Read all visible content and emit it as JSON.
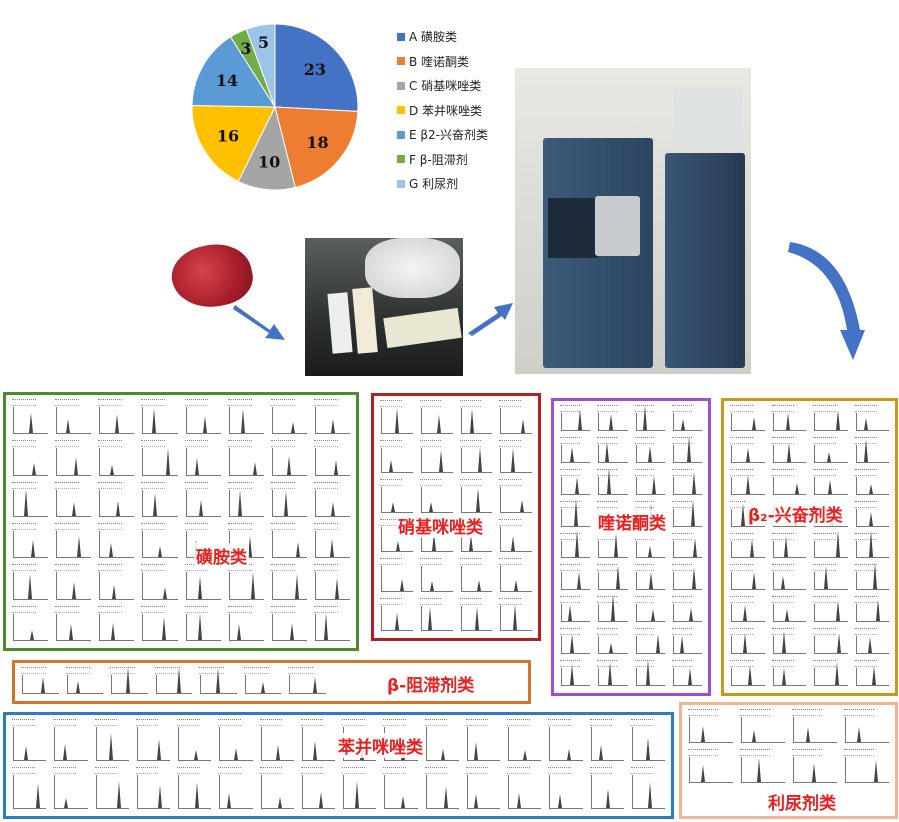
{
  "chart_data": {
    "type": "pie",
    "categories": [
      "A 磺胺类",
      "B 喹诺酮类",
      "C 硝基咪唑类",
      "D 苯并咪唑类",
      "E β2-兴奋剂类",
      "F β-阻滞剂",
      "G 利尿剂"
    ],
    "values": [
      23,
      18,
      10,
      16,
      14,
      3,
      5
    ],
    "colors": [
      "#4472c4",
      "#ed7d31",
      "#a5a5a5",
      "#ffc000",
      "#5b9bd5",
      "#70ad47",
      "#9dc3e6"
    ],
    "legend_position": "right"
  },
  "panels": {
    "sulfonamides": {
      "label": "磺胺类",
      "color": "#4e8a2e"
    },
    "nitroimidazoles": {
      "label": "硝基咪唑类",
      "color": "#b0201e"
    },
    "quinolones": {
      "label": "喹诺酮类",
      "color": "#9a4fd6"
    },
    "beta2": {
      "label": "β₂-兴奋剂类",
      "color": "#c99a1a"
    },
    "beta_blockers": {
      "label": "β-阻滞剂类",
      "color": "#d4742a"
    },
    "benzimidazoles": {
      "label": "苯并咪唑类",
      "color": "#2e7bbd"
    },
    "diuretics": {
      "label": "利尿剂类",
      "color": "#f2b58f"
    }
  }
}
